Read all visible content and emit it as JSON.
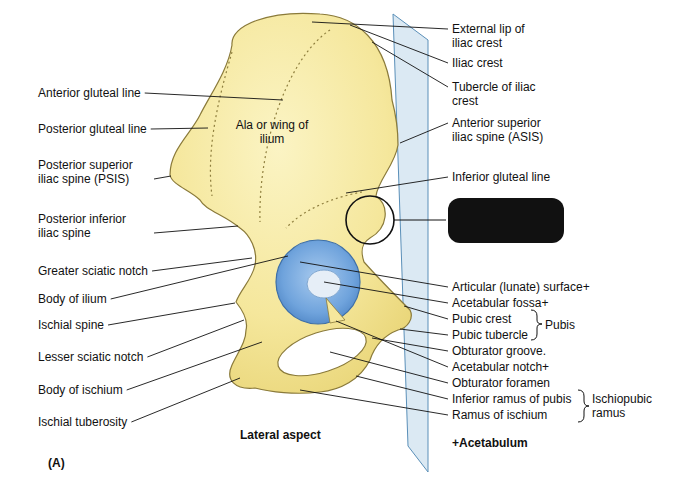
{
  "diagram": {
    "labels": [
      "External lip of iliac crest",
      "Iliac crest",
      "Tubercle of iliac crest",
      "Anterior superior iliac spine (ASIS)",
      "Inferior gluteal line",
      "Ala or wing of ilium",
      "Anterior gluteal line",
      "Posterior gluteal line",
      "Posterior superior iliac spine (PSIS)",
      "Posterior inferior iliac spine",
      "Greater sciatic notch",
      "Body of ilium",
      "Ischial spine",
      "Lesser sciatic notch",
      "Body of ischium",
      "Ischial tuberosity",
      "Articular (lunate) surface+",
      "Acetabular fossa+",
      "Pubic crest",
      "Pubic tubercle",
      "Pubis",
      "Obturator groove.",
      "Acetabular notch+",
      "Obturator foramen",
      "Inferior ramus of pubis",
      "Ramus of ischium",
      "Ischiopubic ramus",
      "+Acetabulum",
      "Lateral aspect",
      "(A)"
    ]
  }
}
